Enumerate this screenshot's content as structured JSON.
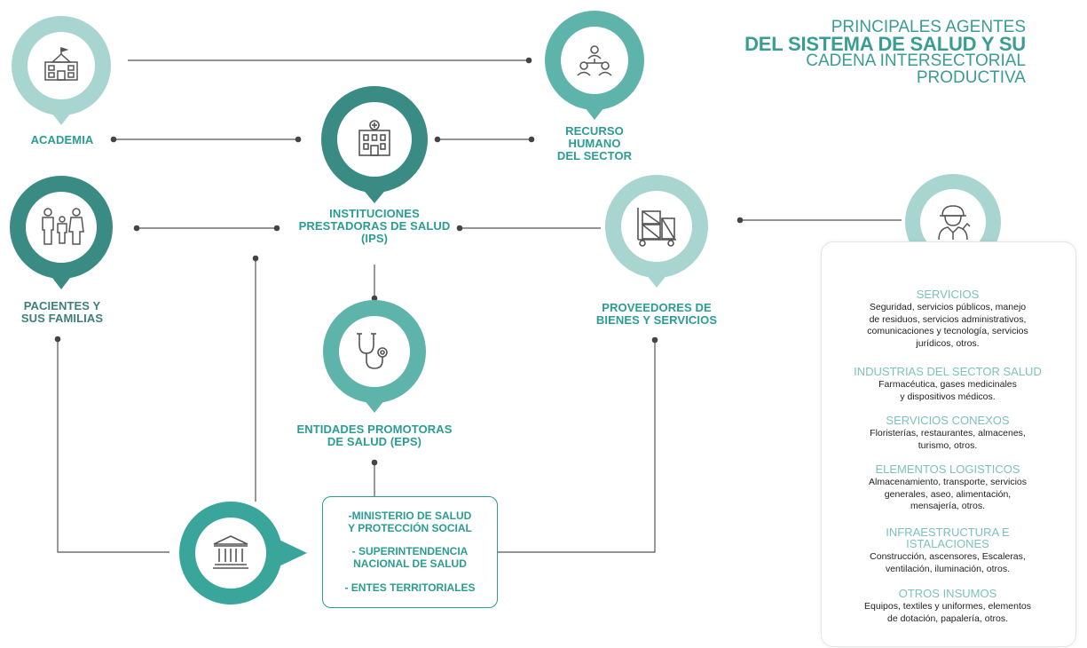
{
  "title": {
    "line1": "PRINCIPALES AGENTES",
    "line2": "DEL SISTEMA DE SALUD Y SU",
    "line3": "CADENA INTERSECTORIAL",
    "line4": "PRODUCTIVA"
  },
  "nodes": {
    "academia": {
      "label": [
        "ACADEMIA"
      ],
      "icon": "school-icon"
    },
    "recurso": {
      "label": [
        "RECURSO",
        "HUMANO",
        "DEL SECTOR"
      ],
      "icon": "team-network-icon"
    },
    "ips": {
      "label": [
        "INSTITUCIONES",
        "PRESTADORAS DE SALUD",
        "(IPS)"
      ],
      "icon": "hospital-icon"
    },
    "pacientes": {
      "label": [
        "PACIENTES Y",
        "SUS FAMILIAS"
      ],
      "icon": "family-icon"
    },
    "proveedores": {
      "label": [
        "PROVEEDORES DE",
        "BIENES Y SERVICIOS"
      ],
      "icon": "cargo-trolley-icon"
    },
    "eps": {
      "label": [
        "ENTIDADES PROMOTORAS",
        "DE SALUD (EPS)"
      ],
      "icon": "stethoscope-icon"
    },
    "gobierno": {
      "icon": "government-building-icon"
    },
    "worker": {
      "icon": "worker-icon"
    }
  },
  "ministerio_box": {
    "items": [
      [
        "-MINISTERIO DE SALUD",
        "Y PROTECCIÓN SOCIAL"
      ],
      [
        "- SUPERINTENDENCIA",
        "NACIONAL DE SALUD"
      ],
      [
        "- ENTES TERRITORIALES"
      ]
    ]
  },
  "panel": {
    "sections": [
      {
        "title": [
          "SERVICIOS"
        ],
        "lines": [
          "Seguridad, servicios públicos, manejo",
          "de residuos, servicios administrativos,",
          "comunicaciones y tecnología, servicios",
          "jurídicos, otros."
        ]
      },
      {
        "title": [
          "INDUSTRIAS DEL SECTOR SALUD"
        ],
        "lines": [
          "Farmacéutica, gases medicinales",
          "y dispositivos médicos."
        ]
      },
      {
        "title": [
          "SERVICIOS CONEXOS"
        ],
        "lines": [
          "Floristerías, restaurantes, almacenes,",
          "turismo, otros."
        ]
      },
      {
        "title": [
          "ELEMENTOS LOGISTICOS"
        ],
        "lines": [
          "Almacenamiento, transporte, servicios",
          "generales, aseo, alimentación,",
          "mensajería, otros."
        ]
      },
      {
        "title": [
          "INFRAESTRUCTURA E",
          "ISTALACIONES"
        ],
        "lines": [
          "Construcción, ascensores, Escaleras,",
          "ventilación, iluminación, otros."
        ]
      },
      {
        "title": [
          "OTROS INSUMOS"
        ],
        "lines": [
          "Equipos, textiles y uniformes, elementos",
          "de dotación, papalería, otros."
        ]
      }
    ]
  },
  "colors": {
    "teal_dark": "#3a8b84",
    "teal": "#5eb3ab",
    "teal_light": "#a9d5d0",
    "label_teal": "#2a9d92",
    "panel_heading": "#7bc2bb"
  }
}
